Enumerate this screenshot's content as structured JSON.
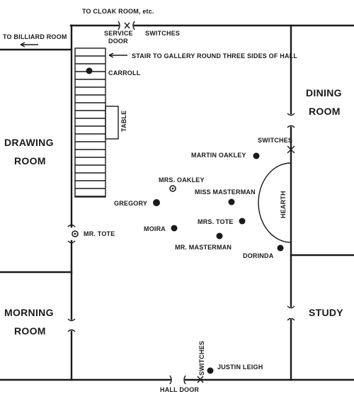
{
  "rooms": {
    "drawing_line1": "DRAWING",
    "drawing_line2": "ROOM",
    "dining_line1": "DINING",
    "dining_line2": "ROOM",
    "morning_line1": "MORNING",
    "morning_line2": "ROOM",
    "study": "STUDY"
  },
  "labels": {
    "cloak_room": "TO CLOAK ROOM, etc.",
    "billiard_room": "TO BILLIARD ROOM",
    "service_door_line1": "SERVICE",
    "service_door_line2": "DOOR",
    "switches_top": "SWITCHES",
    "stair": "STAIR TO GALLERY ROUND THREE SIDES OF HALL",
    "table": "TABLE",
    "switches_right": "SWITCHES",
    "hearth": "HEARTH",
    "switches_bottom": "SWITCHES",
    "hall_door": "HALL DOOR"
  },
  "people": {
    "carroll": "CARROLL",
    "martin_oakley": "MARTIN OAKLEY",
    "mrs_oakley": "MRS. OAKLEY",
    "gregory": "GREGORY",
    "miss_masterman": "MISS MASTERMAN",
    "mrs_tote": "MRS. TOTE",
    "moira": "MOIRA",
    "mr_masterman": "MR. MASTERMAN",
    "dorinda": "DORINDA",
    "mr_tote": "MR. TOTE",
    "justin_leigh": "JUSTIN LEIGH"
  }
}
